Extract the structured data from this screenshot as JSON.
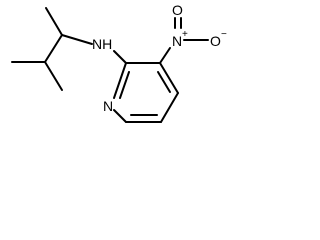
{
  "molecule": {
    "atoms": {
      "amine": "NH",
      "nitro_n": "N",
      "nitro_n_charge": "+",
      "nitro_o_right": "O",
      "nitro_o_right_charge": "−",
      "nitro_o_top": "O",
      "ring_n": "N"
    }
  }
}
